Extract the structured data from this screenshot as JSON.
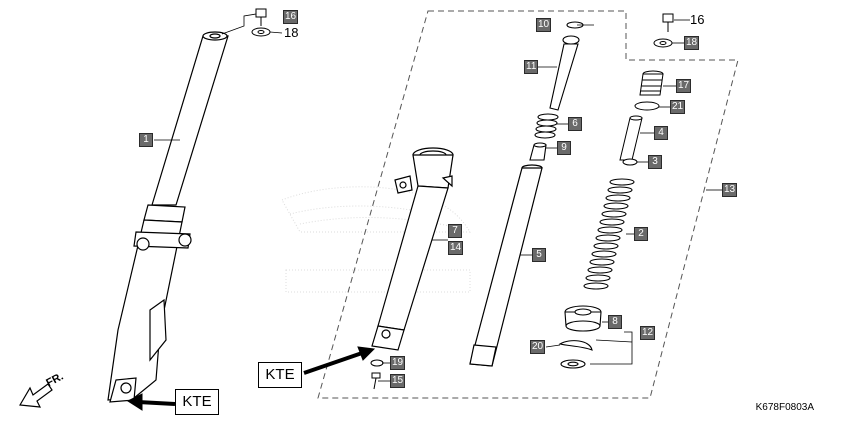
{
  "diagram_code": "K678F0803A",
  "direction_label": "FR.",
  "kte_labels": [
    "KTE",
    "KTE"
  ],
  "watermark": "HONDA",
  "callouts": [
    {
      "id": "c1",
      "text": "1",
      "style": "box"
    },
    {
      "id": "c16a",
      "text": "16",
      "style": "box"
    },
    {
      "id": "c18a",
      "text": "18",
      "style": "plain"
    },
    {
      "id": "c10",
      "text": "10",
      "style": "box"
    },
    {
      "id": "c11",
      "text": "11",
      "style": "box"
    },
    {
      "id": "c6",
      "text": "6",
      "style": "box"
    },
    {
      "id": "c9",
      "text": "9",
      "style": "box"
    },
    {
      "id": "c7",
      "text": "7",
      "style": "box"
    },
    {
      "id": "c14",
      "text": "14",
      "style": "box"
    },
    {
      "id": "c5",
      "text": "5",
      "style": "box"
    },
    {
      "id": "c19",
      "text": "19",
      "style": "box"
    },
    {
      "id": "c15",
      "text": "15",
      "style": "box"
    },
    {
      "id": "c16b",
      "text": "16",
      "style": "plain"
    },
    {
      "id": "c18b",
      "text": "18",
      "style": "box"
    },
    {
      "id": "c17",
      "text": "17",
      "style": "box"
    },
    {
      "id": "c21",
      "text": "21",
      "style": "box"
    },
    {
      "id": "c4",
      "text": "4",
      "style": "box"
    },
    {
      "id": "c3",
      "text": "3",
      "style": "box"
    },
    {
      "id": "c13",
      "text": "13",
      "style": "box"
    },
    {
      "id": "c2",
      "text": "2",
      "style": "box"
    },
    {
      "id": "c8",
      "text": "8",
      "style": "box"
    },
    {
      "id": "c12",
      "text": "12",
      "style": "box"
    },
    {
      "id": "c20",
      "text": "20",
      "style": "box"
    }
  ]
}
